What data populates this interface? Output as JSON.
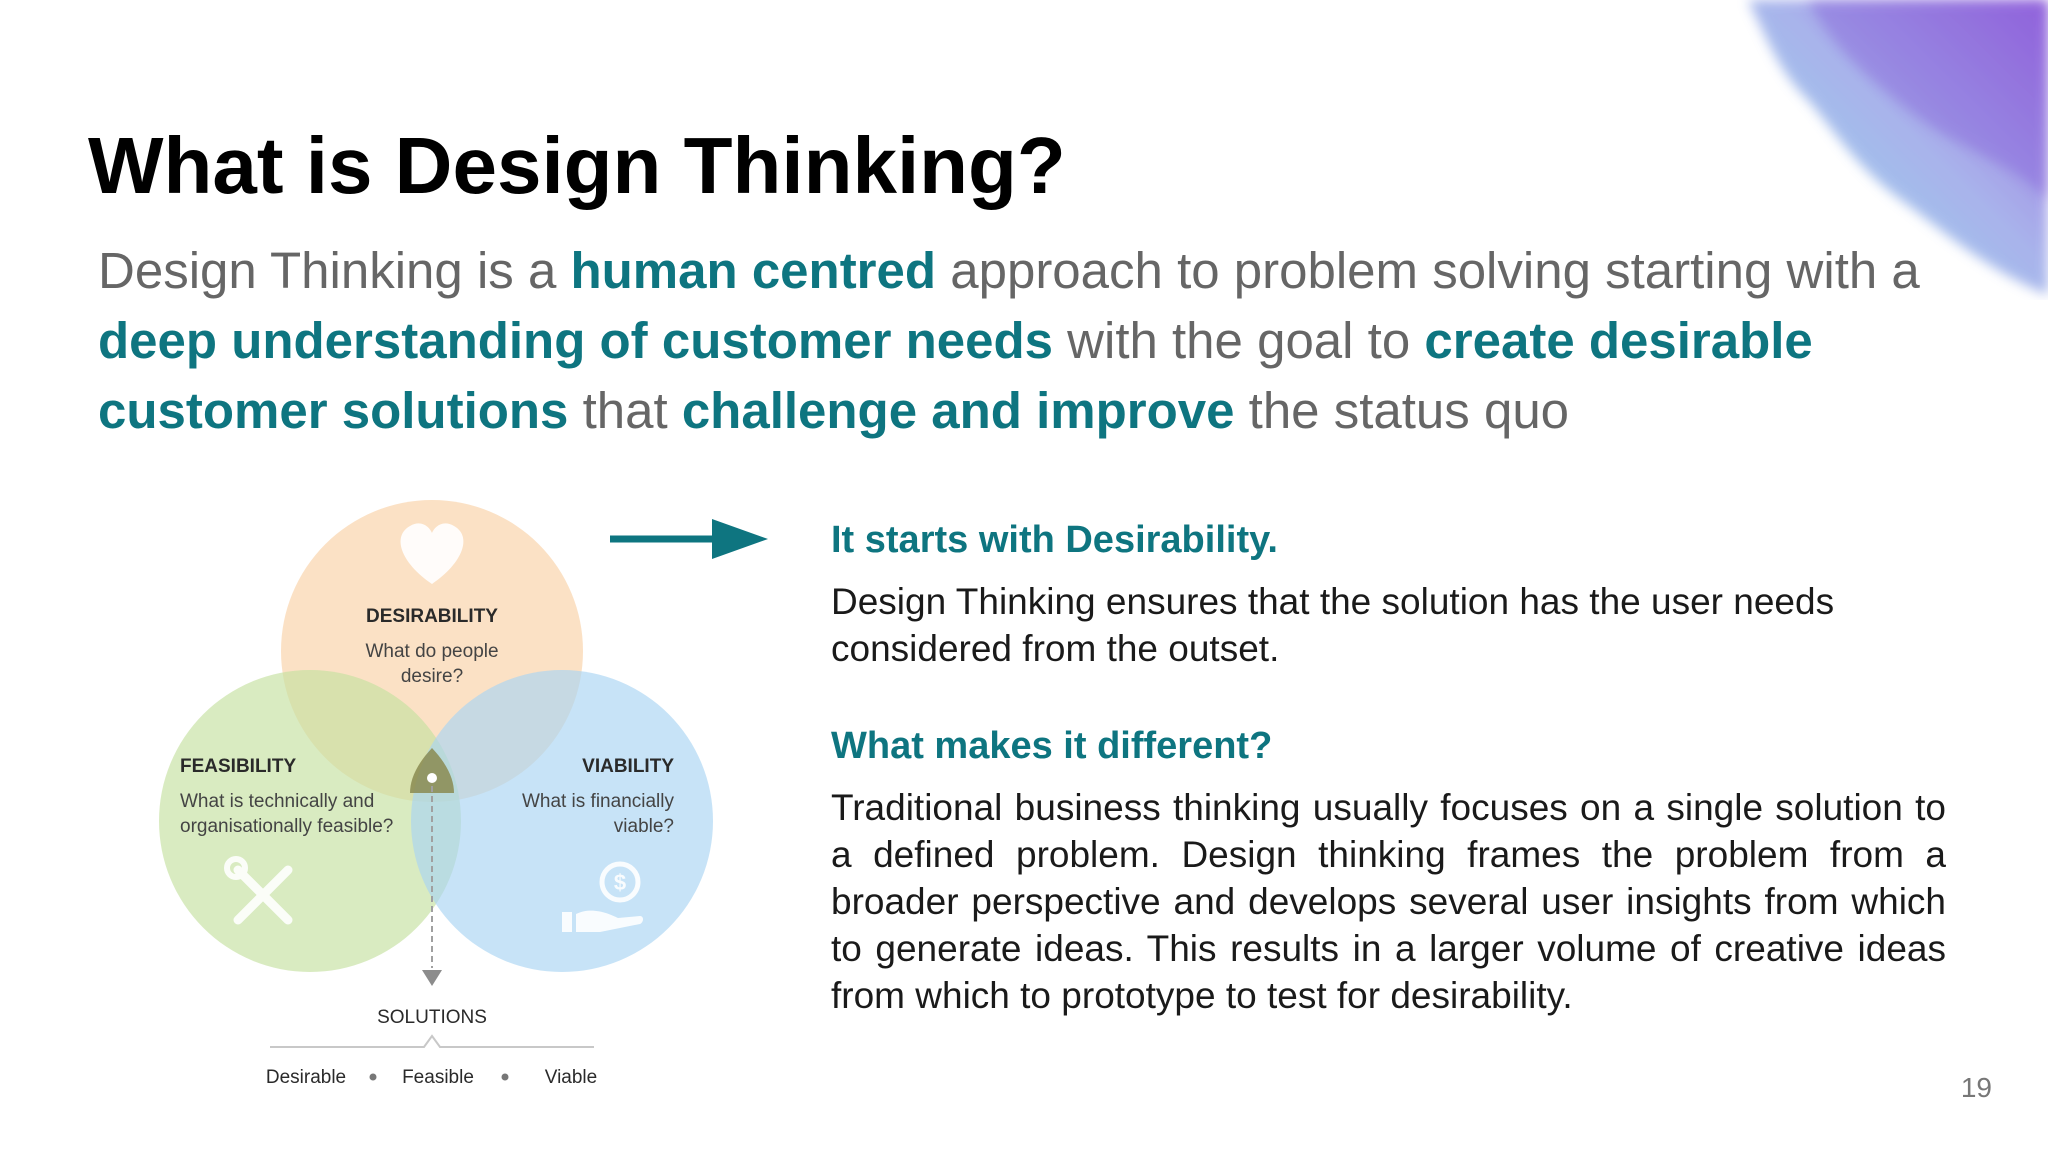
{
  "slide": {
    "title": "What is Design Thinking?",
    "page_number": "19",
    "accent_color": "#0e7580"
  },
  "intro": {
    "segments": [
      {
        "text": "Design Thinking is a ",
        "emphasis": false
      },
      {
        "text": "human centred",
        "emphasis": true
      },
      {
        "text": " approach to problem solving starting with a ",
        "emphasis": false
      },
      {
        "text": "deep understanding of customer needs",
        "emphasis": true
      },
      {
        "text": " with the goal to ",
        "emphasis": false
      },
      {
        "text": "create desirable customer solutions",
        "emphasis": true
      },
      {
        "text": " that ",
        "emphasis": false
      },
      {
        "text": "challenge and improve",
        "emphasis": true
      },
      {
        "text": " the status quo",
        "emphasis": false
      }
    ]
  },
  "venn": {
    "desirability": {
      "title": "DESIRABILITY",
      "line1": "What do people",
      "line2": "desire?",
      "icon": "heart-icon",
      "color": "#f9d1a6"
    },
    "feasibility": {
      "title": "FEASIBILITY",
      "line1": "What is technically and",
      "line2": "organisationally feasible?",
      "icon": "tools-icon",
      "color": "#c4e0a0"
    },
    "viability": {
      "title": "VIABILITY",
      "line1": "What is financially",
      "line2": "viable?",
      "icon": "money-hand-icon",
      "color": "#a9d4f2"
    },
    "solutions_label": "SOLUTIONS",
    "outcomes": [
      "Desirable",
      "Feasible",
      "Viable"
    ]
  },
  "panel": {
    "heading1": "It starts with Desirability.",
    "text1": "Design Thinking ensures that the solution has the user needs considered from the outset.",
    "heading2": "What makes it different?",
    "text2": "Traditional business thinking usually focuses on a single solution to a defined problem. Design thinking frames the problem from a broader perspective and develops several user insights from which to generate ideas. This results in a larger volume of creative ideas from which to prototype to test for desirability."
  }
}
